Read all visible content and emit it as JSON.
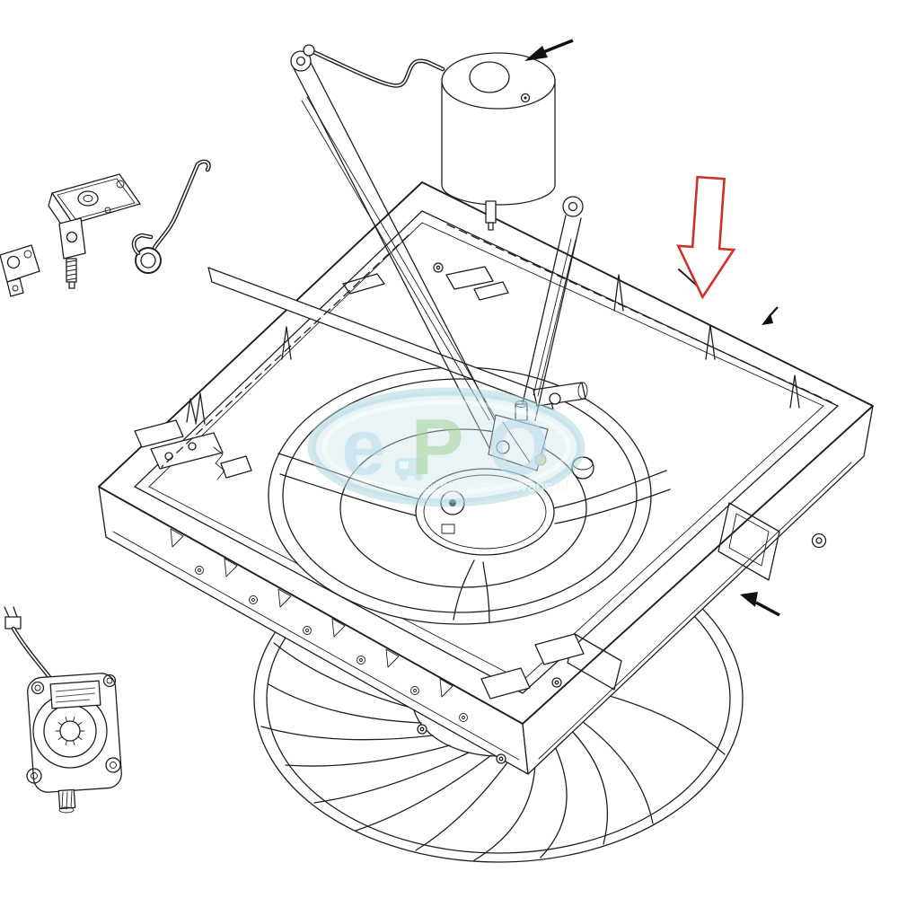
{
  "diagram": {
    "background_color": "#ffffff",
    "line_color": "#1f1f1f",
    "watermark": {
      "letters": [
        "e",
        "P",
        "O"
      ],
      "letter_colors": [
        "#b9dcea",
        "#a7d2a2",
        "#b9dcea"
      ],
      "subtext": "schipperscaravans.nl",
      "subtext_color": "#eef6f8",
      "oval_fill": "#cfe6ee",
      "oval_ring": "#a9d2e0"
    },
    "annotations": {
      "red_arrow_color": "#d03028",
      "red_arrow_fill": "#ffffff",
      "black_arrow_color": "#111111"
    }
  }
}
